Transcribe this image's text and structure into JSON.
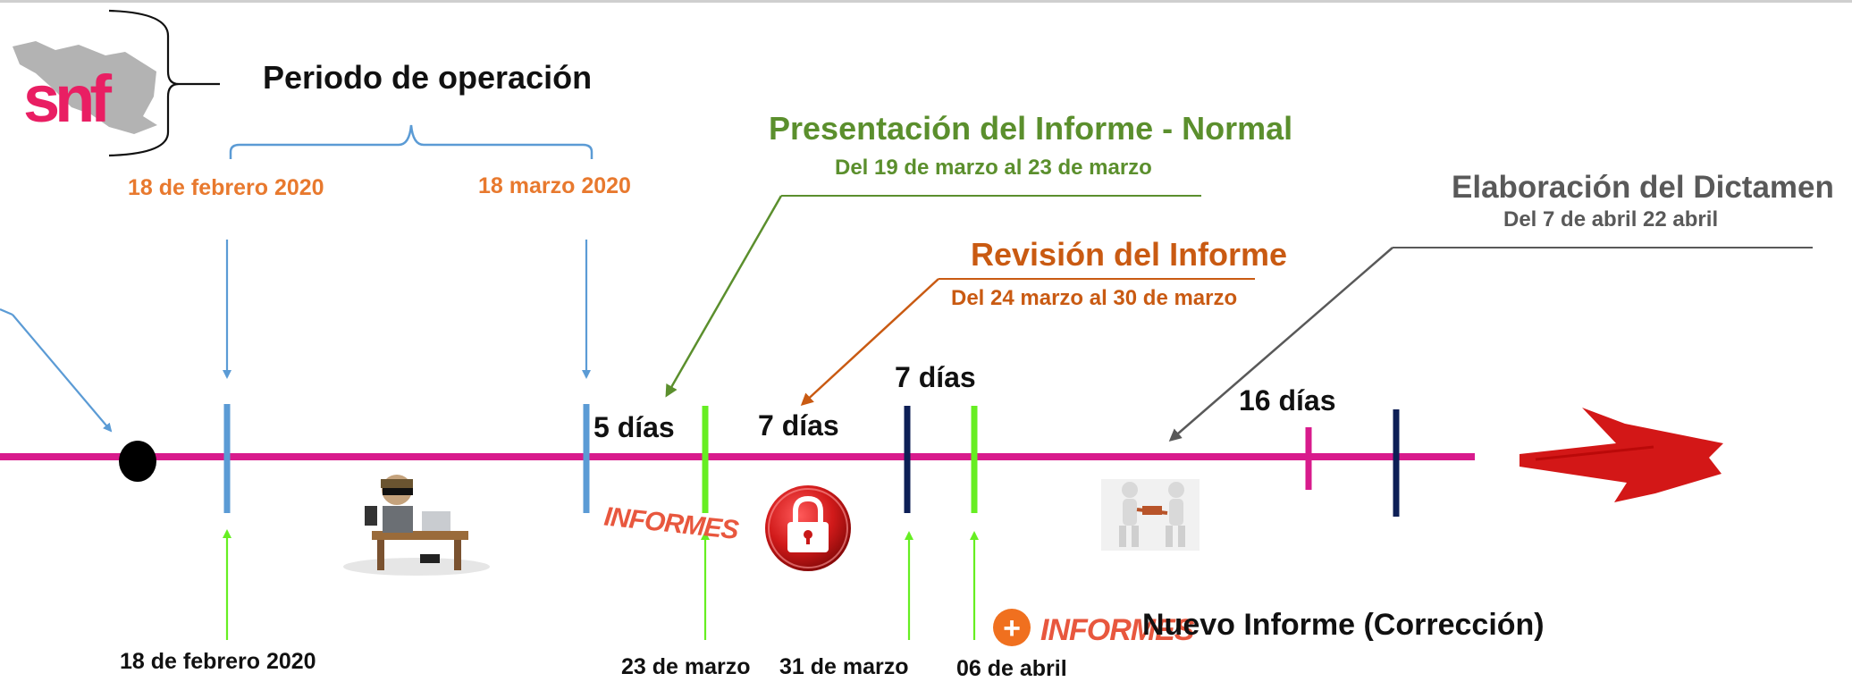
{
  "header": {
    "logo_text": "snf",
    "period_title": "Periodo de operación",
    "period_start": "18 de febrero 2020",
    "period_end": "18 marzo 2020"
  },
  "phases": {
    "presentation": {
      "title": "Presentación del Informe - Normal",
      "range": "Del 19 de marzo al 23 de marzo"
    },
    "review": {
      "title": "Revisión del Informe",
      "range": "Del  24 marzo  al 30 de marzo"
    },
    "dictamen": {
      "title": "Elaboración del Dictamen",
      "range": "Del 7 de abril 22 abril"
    }
  },
  "durations": {
    "d5": "5 días",
    "d7a": "7 días",
    "d7b": "7 días",
    "d16": "16 días"
  },
  "bottom_dates": {
    "feb18": "18 de febrero 2020",
    "mar23": "23 de marzo",
    "mar31": "31 de marzo",
    "apr06": "06 de abril"
  },
  "icons": {
    "informes_text": "INFORMES",
    "plus_symbol": "+"
  },
  "new_report": "Nuevo Informe  (Corrección)",
  "colors": {
    "timeline": "#d81b8c",
    "blue_marker": "#5b9bd5",
    "green_marker": "#66ee22",
    "navy_marker": "#0d1f56",
    "orange_text": "#e8792e",
    "green_text": "#5b8f2d",
    "rust_text": "#c95a12",
    "grey_text": "#595959",
    "arrow_red": "#d31717"
  }
}
